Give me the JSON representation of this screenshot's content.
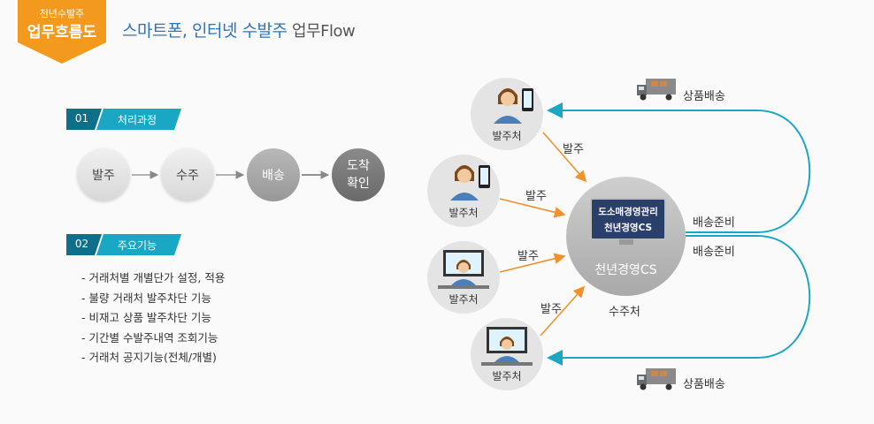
{
  "badge": {
    "line1": "천년수발주",
    "line2": "업무흐름도"
  },
  "title": {
    "main": "스마트폰, 인터넷 수발주",
    "sub": "업무Flow"
  },
  "section1": {
    "num": "01",
    "label": "처리과정"
  },
  "section2": {
    "num": "02",
    "label": "주요기능"
  },
  "steps": [
    "발주",
    "수주",
    "배송",
    "도착\n확인"
  ],
  "features": [
    "- 거래처별 개별단가 설정, 적용",
    "- 불량 거래처 발주차단 기능",
    "- 비재고 상품 발주차단 기능",
    "- 기간별 수발주내역 조회기능",
    "- 거래처 공지기능(전체/개별)"
  ],
  "customers": [
    "발주처",
    "발주처",
    "발주처",
    "발주처"
  ],
  "center": {
    "screen_line1": "도소매경영관리",
    "screen_line2": "천년경영CS",
    "name": "천년경영CS"
  },
  "labels": {
    "order": "발주",
    "receiver": "수주처",
    "ready": "배송준비",
    "delivery": "상품배송"
  },
  "colors": {
    "orange": "#f0922b",
    "teal": "#1aa7c4",
    "title_blue": "#2f73bd"
  }
}
